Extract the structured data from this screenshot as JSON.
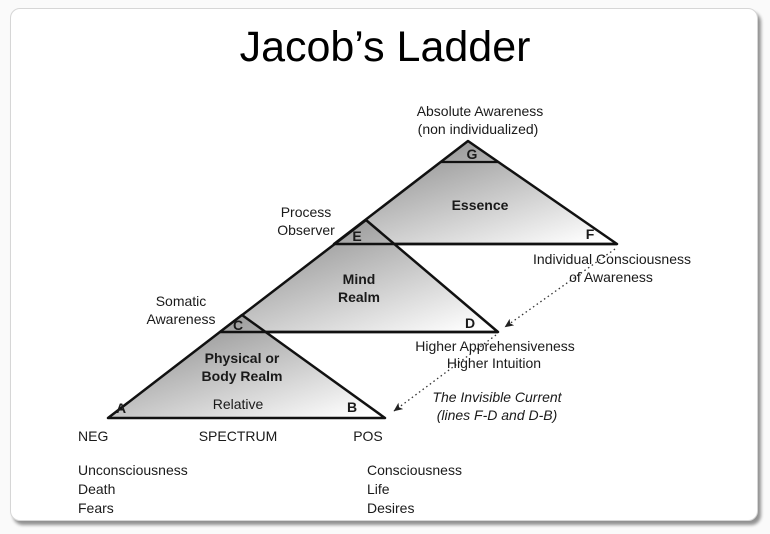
{
  "title": "Jacob’s Ladder",
  "apex_caption": {
    "line1": "Absolute Awareness",
    "line2": "(non individualized)"
  },
  "vertices": {
    "a": "A",
    "b": "B",
    "c": "C",
    "d": "D",
    "e": "E",
    "f": "F",
    "g": "G"
  },
  "realms": {
    "essence": "Essence",
    "mind_line1": "Mind",
    "mind_line2": "Realm",
    "body_line1": "Physical or",
    "body_line2": "Body Realm"
  },
  "captions": {
    "process_line1": "Process",
    "process_line2": "Observer",
    "somatic_line1": "Somatic",
    "somatic_line2": "Awareness",
    "individual_line1": "Individual Consciousness",
    "individual_line2": "of Awareness",
    "higher_line1": "Higher Apprehensiveness",
    "higher_line2": "Higher Intuition",
    "current_line1": "The Invisible Current",
    "current_line2": "(lines F-D and D-B)"
  },
  "spectrum": {
    "relative": "Relative",
    "neg": "NEG",
    "label": "SPECTRUM",
    "pos": "POS"
  },
  "neg_list": {
    "line1": "Unconsciousness",
    "line2": "Death",
    "line3": "Fears"
  },
  "pos_list": {
    "line1": "Consciousness",
    "line2": "Life",
    "line3": "Desires"
  },
  "colors": {
    "stroke": "#111111",
    "gradient_dark": "#7e7e7e",
    "gradient_light": "#ffffff",
    "text": "#1a1a1a"
  }
}
